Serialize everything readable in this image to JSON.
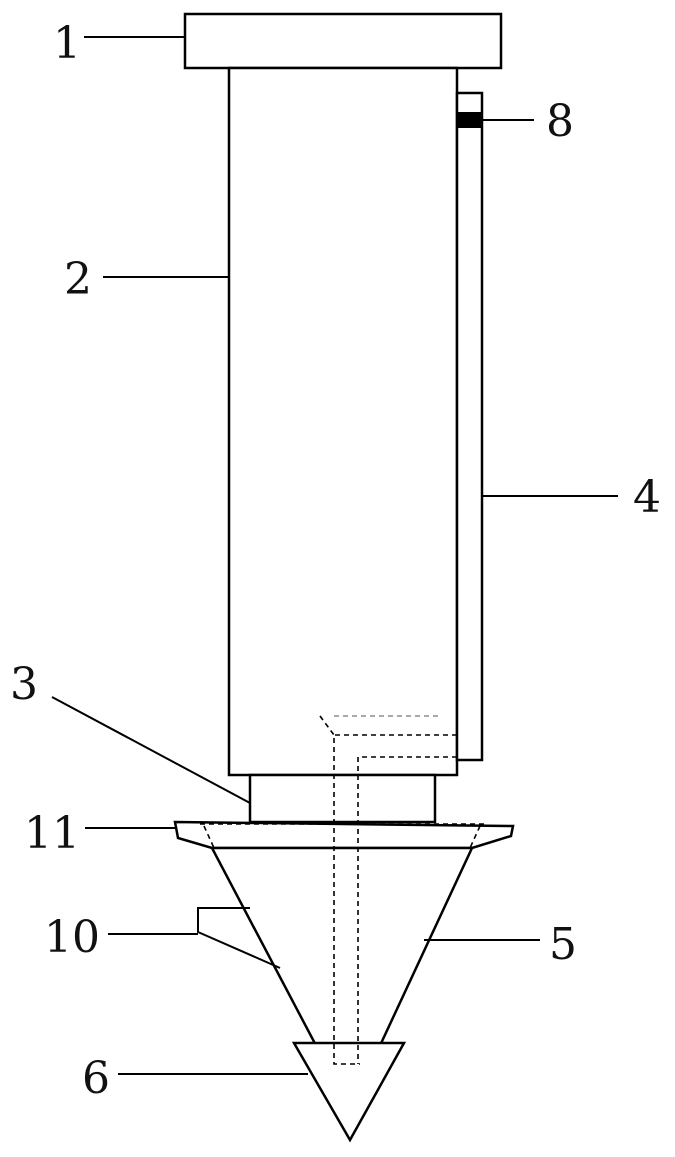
{
  "labels": {
    "part_1": "1",
    "part_2": "2",
    "part_3": "3",
    "part_4": "4",
    "part_5": "5",
    "part_6": "6",
    "part_8": "8",
    "part_10": "10",
    "part_11": "11"
  },
  "colors": {
    "line": "#000000",
    "background": "#ffffff",
    "marker_fill": "#000000"
  }
}
